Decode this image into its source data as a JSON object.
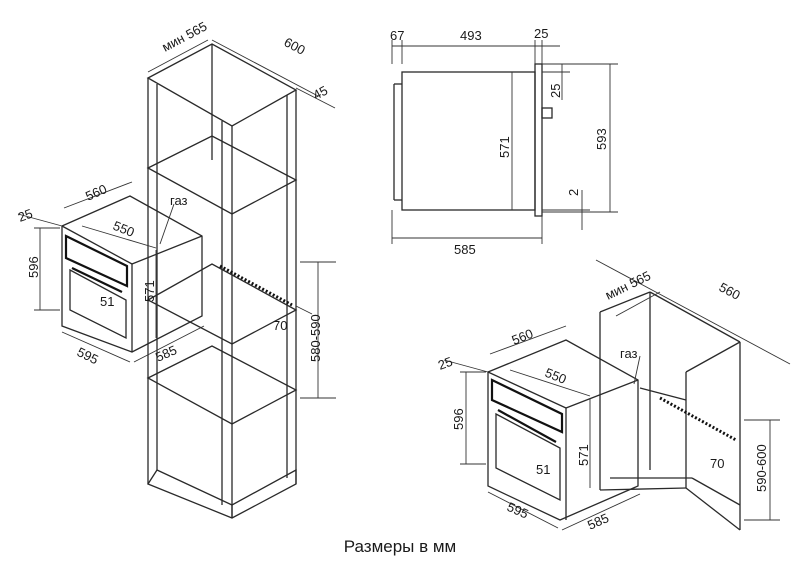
{
  "caption": "Размеры в мм",
  "left_view": {
    "cabinet": {
      "min_depth": "мин 565",
      "width": "600",
      "back_gap": "45",
      "niche_depth": "70",
      "niche_height": "580-590"
    },
    "oven": {
      "front_offset": "25",
      "depth_top": "560",
      "inner_width": "550",
      "gas": "газ",
      "height": "596",
      "body_height": "571",
      "handle": "51",
      "width": "595",
      "body_depth": "585"
    }
  },
  "side_view": {
    "front_depth": "67",
    "body_depth": "493",
    "panel": "25",
    "top_offset": "25",
    "body_height": "571",
    "total_height": "593",
    "bottom_offset": "2",
    "total_depth": "585"
  },
  "right_view": {
    "cabinet": {
      "min_depth": "мин 565",
      "width": "560",
      "niche_depth": "70",
      "niche_height": "590-600"
    },
    "oven": {
      "front_offset": "25",
      "depth_top": "560",
      "inner_width": "550",
      "gas": "газ",
      "height": "596",
      "body_height": "571",
      "handle": "51",
      "width": "595",
      "body_depth": "585"
    }
  }
}
